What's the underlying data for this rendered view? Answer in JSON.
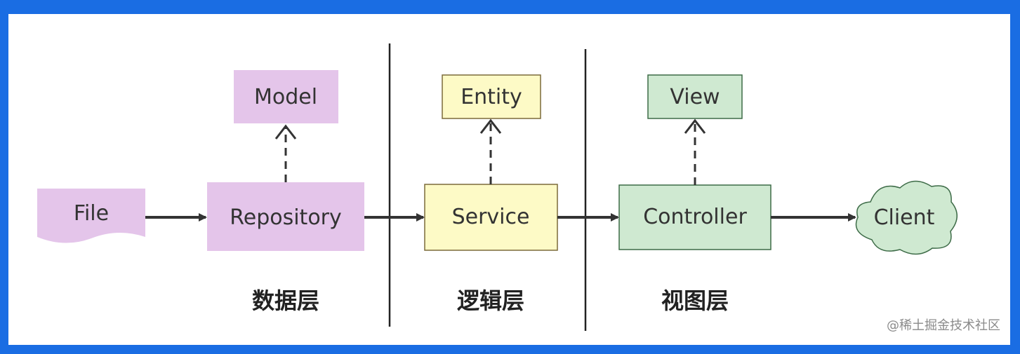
{
  "nodes": {
    "file": "File",
    "repository": "Repository",
    "model": "Model",
    "service": "Service",
    "entity": "Entity",
    "controller": "Controller",
    "view": "View",
    "client": "Client"
  },
  "layers": {
    "data": "数据层",
    "logic": "逻辑层",
    "view": "视图层"
  },
  "watermark": "@稀土掘金技术社区",
  "colors": {
    "frame": "#1a6de3",
    "data_layer": "#e4c5ea",
    "logic_layer": "#fdfac6",
    "view_layer": "#cfe9d1",
    "border_logic": "#7b6b3a",
    "border_view": "#3d6b47",
    "arrow": "#333333"
  }
}
